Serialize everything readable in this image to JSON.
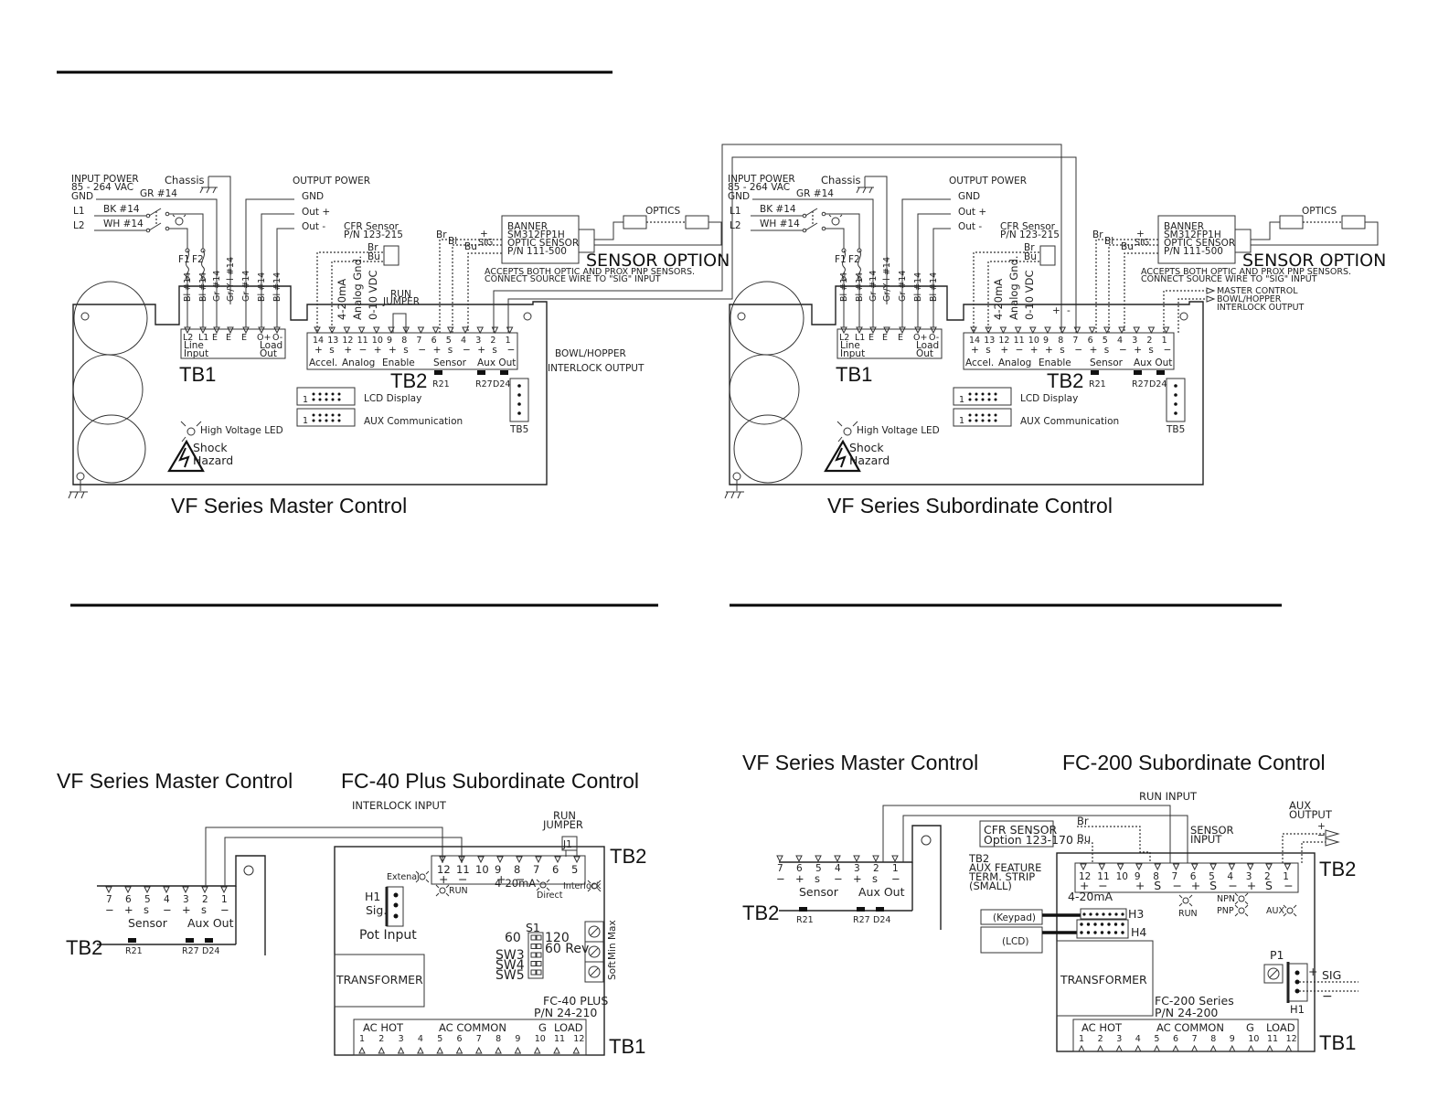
{
  "diagrams": {
    "master": {
      "title": "VF Series Master Control",
      "input_power": "INPUT POWER",
      "input_voltage": "85 - 264 VAC",
      "chassis": "Chassis",
      "gnd": "GND",
      "l1": "L1",
      "l2": "L2",
      "gr14": "GR #14",
      "bk14": "BK #14",
      "wh14": "WH #14",
      "output_power": "OUTPUT POWER",
      "out_gnd": "GND",
      "out_plus": "Out +",
      "out_minus": "Out -",
      "f1": "F1",
      "f2": "F2",
      "wires": [
        "Bl #14",
        "Bl #14",
        "Gr #14",
        "Gr/Y l #14",
        "Gr #14",
        "Bl #14",
        "Bl #14"
      ],
      "tb1_terminals": [
        "L2",
        "L1",
        "E",
        "E",
        "E",
        "O+",
        "O-"
      ],
      "tb1_line_input": [
        "Line",
        "Input"
      ],
      "tb1_load_out": [
        "Load",
        "Out"
      ],
      "tb1_label": "TB1",
      "cfr_sensor": "CFR Sensor",
      "cfr_pn": "P/N 123-215",
      "br": "Br",
      "bu": "Bu",
      "bl": "Bl",
      "analog_labels": [
        "4-20mA",
        "Analog Gnd.",
        "0-10 VDC"
      ],
      "run_jumper": [
        "RUN",
        "JUMPER"
      ],
      "tb2_numbers": [
        "14",
        "13",
        "12",
        "11",
        "10",
        "9",
        "8",
        "7",
        "6",
        "5",
        "4",
        "3",
        "2",
        "1"
      ],
      "tb2_signs": [
        "+",
        "s",
        "+",
        "−",
        "+",
        "+",
        "s",
        "−",
        "+",
        "s",
        "−",
        "+",
        "s",
        "−"
      ],
      "tb2_groups": [
        "Accel.",
        "Analog",
        "Enable",
        "Sensor",
        "Aux Out"
      ],
      "tb2_label": "TB2",
      "sensor_plus": "+",
      "sensor_sig": "SIG",
      "sensor_minus": "−",
      "banner": [
        "BANNER",
        "SM312FP1H",
        "OPTIC SENSOR",
        "P/N 111-500"
      ],
      "optics": "OPTICS",
      "sensor_option": "SENSOR OPTION",
      "accepts": [
        "ACCEPTS BOTH OPTIC AND PROX PNP SENSORS.",
        "CONNECT SOURCE WIRE TO \"SIG\" INPUT"
      ],
      "bowl_hopper": "BOWL/HOPPER",
      "interlock_output": "INTERLOCK OUTPUT",
      "r21": "R21",
      "r27": "R27",
      "d24": "D24",
      "tb5": "TB5",
      "lcd_display": "LCD Display",
      "aux_comm": "AUX Communication",
      "pin1": "1",
      "hv_led": "High Voltage LED",
      "shock": "Shock",
      "hazard": "Hazard"
    },
    "subordinate": {
      "title": "VF Series Subordinate Control",
      "master_control": "MASTER CONTROL",
      "bowl_hopper": "BOWL/HOPPER",
      "interlock_output": "INTERLOCK OUTPUT",
      "enable_plus": "+",
      "enable_minus": "-"
    },
    "fc40": {
      "master_title": "VF Series Master Control",
      "title": "FC-40 Plus Subordinate Control",
      "interlock_input": "INTERLOCK INPUT",
      "run_jumper": [
        "RUN",
        "JUMPER"
      ],
      "j1": "J1",
      "tb2_numbers": [
        "12",
        "11",
        "10",
        "9",
        "8",
        "7",
        "6",
        "5"
      ],
      "tb2_signs": [
        "+",
        "−",
        "",
        "+",
        "−",
        "",
        "",
        ""
      ],
      "tb2_label": "TB2",
      "external": "Extenal",
      "run": "RUN",
      "ma": "4-20mA",
      "direct": "Direct",
      "interlock": "Interlock",
      "h1": "H1",
      "sig": "Sig.",
      "pot_input": "Pot Input",
      "transformer": "TRANSFORMER",
      "s1": "S1",
      "sw_60": "60",
      "sw_120": "120",
      "sw_60rev": "60 Rev",
      "sw3": "SW3",
      "sw4": "SW4",
      "sw5": "SW5",
      "pots": [
        "Max",
        "Min",
        "Soft"
      ],
      "model": "FC-40 PLUS",
      "pn": "P/N 24-210",
      "tb1_groups": [
        "AC HOT",
        "AC COMMON",
        "G",
        "LOAD"
      ],
      "tb1_numbers": [
        "1",
        "2",
        "3",
        "4",
        "5",
        "6",
        "7",
        "8",
        "9",
        "10",
        "11",
        "12"
      ],
      "tb1_label": "TB1",
      "vf_tb2_numbers": [
        "7",
        "6",
        "5",
        "4",
        "3",
        "2",
        "1"
      ],
      "vf_tb2_signs": [
        "−",
        "+",
        "s",
        "−",
        "+",
        "s",
        "−"
      ],
      "vf_tb2_groups": [
        "Sensor",
        "Aux Out"
      ],
      "vf_tb2_label": "TB2",
      "r21": "R21",
      "r27": "R27",
      "d24": "D24"
    },
    "fc200": {
      "master_title": "VF Series Master Control",
      "title": "FC-200 Subordinate Control",
      "run_input": "RUN INPUT",
      "aux_output": [
        "AUX",
        "OUTPUT"
      ],
      "cfr_sensor": [
        "CFR SENSOR",
        "Option 123-170"
      ],
      "br": "Br",
      "bu": "Bu",
      "aux_strip": [
        "TB2",
        "AUX FEATURE",
        "TERM. STRIP",
        "(SMALL)"
      ],
      "sensor_input": [
        "SENSOR",
        "INPUT"
      ],
      "tb2_numbers": [
        "12",
        "11",
        "10",
        "9",
        "8",
        "7",
        "6",
        "5",
        "4",
        "3",
        "2",
        "1"
      ],
      "tb2_signs": [
        "+",
        "−",
        "",
        "+",
        "S",
        "−",
        "+",
        "S",
        "−",
        "+",
        "S",
        "−"
      ],
      "tb2_label": "TB2",
      "ma": "4-20mA",
      "run": "RUN",
      "npn": "NPN",
      "pnp": "PNP",
      "aux": "AUX",
      "keypad": "(Keypad)",
      "lcd": "(LCD)",
      "h3": "H3",
      "h4": "H4",
      "transformer": "TRANSFORMER",
      "model": "FC-200 Series",
      "pn": "P/N 24-200",
      "p1": "P1",
      "h1": "H1",
      "sig": "SIG",
      "plus": "+",
      "minus": "−",
      "tb1_groups": [
        "AC HOT",
        "AC COMMON",
        "G",
        "LOAD"
      ],
      "tb1_numbers": [
        "1",
        "2",
        "3",
        "4",
        "5",
        "6",
        "7",
        "8",
        "9",
        "10",
        "11",
        "12"
      ],
      "tb1_label": "TB1",
      "vf_tb2_numbers": [
        "7",
        "6",
        "5",
        "4",
        "3",
        "2",
        "1"
      ],
      "vf_tb2_signs": [
        "−",
        "+",
        "s",
        "−",
        "+",
        "s",
        "−"
      ],
      "vf_tb2_groups": [
        "Sensor",
        "Aux Out"
      ],
      "vf_tb2_label": "TB2",
      "r21": "R21",
      "r27": "R27",
      "d24": "D24"
    }
  }
}
